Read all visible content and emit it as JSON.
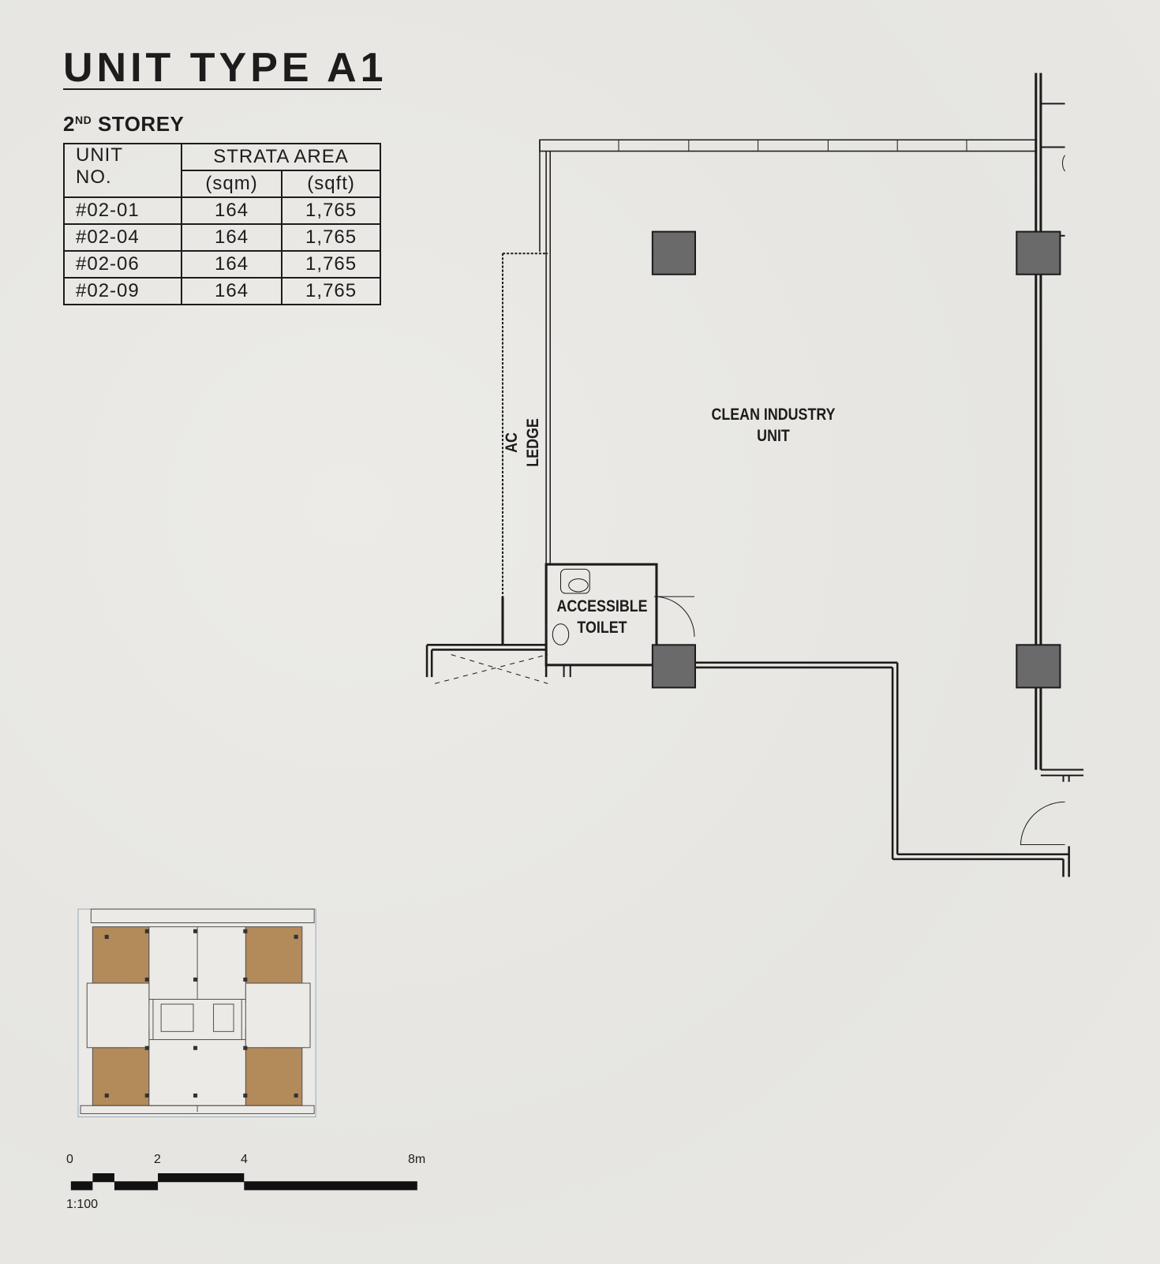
{
  "title": "UNIT TYPE A1",
  "storey": {
    "number": "2",
    "suffix": "ND",
    "label": "STOREY"
  },
  "table": {
    "unit_header_line1": "UNIT",
    "unit_header_line2": "NO.",
    "area_header": "STRATA AREA",
    "sqm_header": "(sqm)",
    "sqft_header": "(sqft)",
    "rows": [
      {
        "unit": "#02-01",
        "sqm": "164",
        "sqft": "1,765"
      },
      {
        "unit": "#02-04",
        "sqm": "164",
        "sqft": "1,765"
      },
      {
        "unit": "#02-06",
        "sqm": "164",
        "sqft": "1,765"
      },
      {
        "unit": "#02-09",
        "sqm": "164",
        "sqft": "1,765"
      }
    ]
  },
  "plan": {
    "room_label_1": "CLEAN INDUSTRY",
    "room_label_2": "UNIT",
    "toilet_label_1": "ACCESSIBLE",
    "toilet_label_2": "TOILET",
    "ledge_label": "AC LEDGE"
  },
  "scale": {
    "ticks": [
      "0",
      "2",
      "4",
      "8m"
    ],
    "ratio": "1:100"
  },
  "colors": {
    "ink": "#1f1b1c",
    "column": "#6b6a6a",
    "highlight": "#b38a5a",
    "paper": "#e9e8e4"
  }
}
